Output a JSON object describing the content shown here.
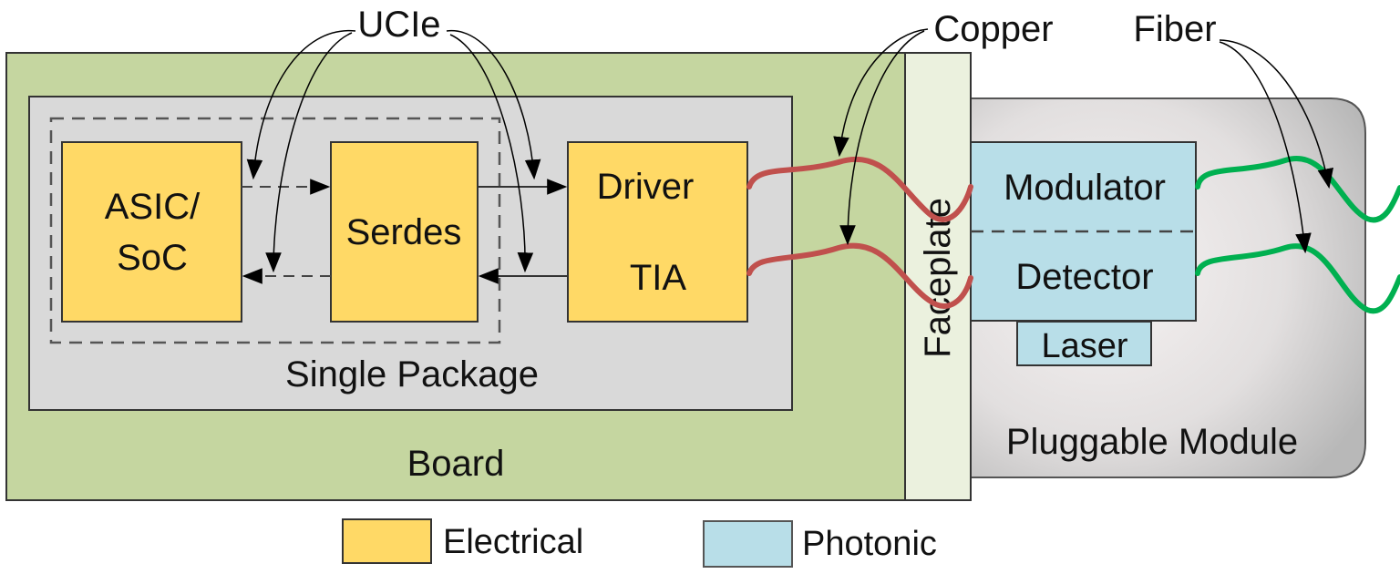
{
  "callouts": {
    "ucie": "UCIe",
    "copper": "Copper",
    "fiber": "Fiber"
  },
  "regions": {
    "board": "Board",
    "single_package": "Single Package",
    "faceplate": "Faceplate",
    "pluggable_module": "Pluggable Module"
  },
  "blocks": {
    "asic_line1": "ASIC/",
    "asic_line2": "SoC",
    "serdes": "Serdes",
    "driver": "Driver",
    "tia": "TIA",
    "modulator": "Modulator",
    "detector": "Detector",
    "laser": "Laser"
  },
  "legend": [
    {
      "label": "Electrical",
      "color": "#FFD966"
    },
    {
      "label": "Photonic",
      "color": "#B8DEE8"
    }
  ],
  "colors": {
    "board": "#C5D6A0",
    "package": "#D9D9D9",
    "faceplate": "#EBF1DE",
    "electrical": "#FFD966",
    "photonic": "#B8DEE8",
    "copper": "#C0504D",
    "fiber": "#00B050"
  }
}
